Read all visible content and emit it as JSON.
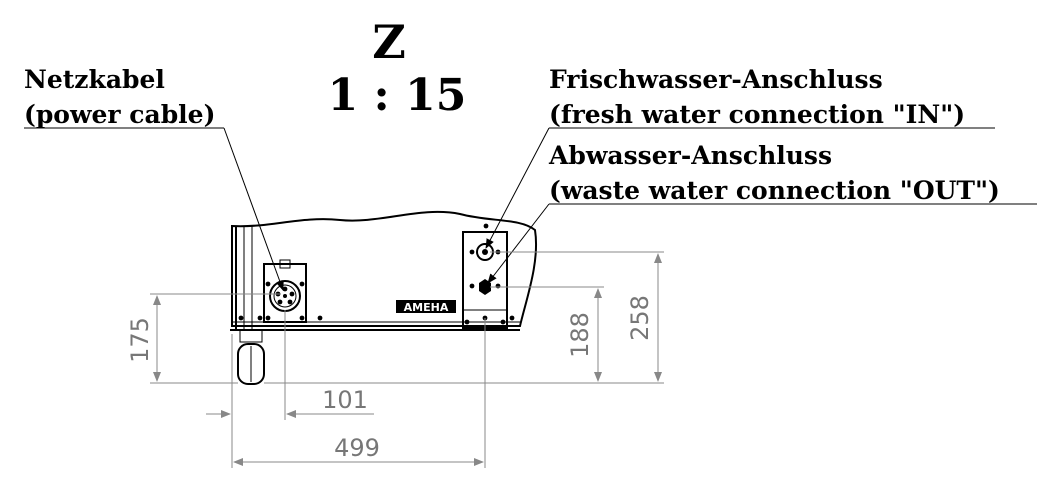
{
  "view": {
    "name": "Z",
    "scale": "1 : 15"
  },
  "callouts": {
    "power_cable_de": "Netzkabel",
    "power_cable_en": "(power cable)",
    "fresh_water_de": "Frischwasser-Anschluss",
    "fresh_water_en": "(fresh water connection \"IN\")",
    "waste_water_de": "Abwasser-Anschluss",
    "waste_water_en": "(waste water connection \"OUT\")"
  },
  "dimensions": {
    "height_power": "175",
    "height_waste": "188",
    "height_fresh": "258",
    "offset_power": "101",
    "offset_water": "499"
  },
  "logo_text": "AMEHA"
}
